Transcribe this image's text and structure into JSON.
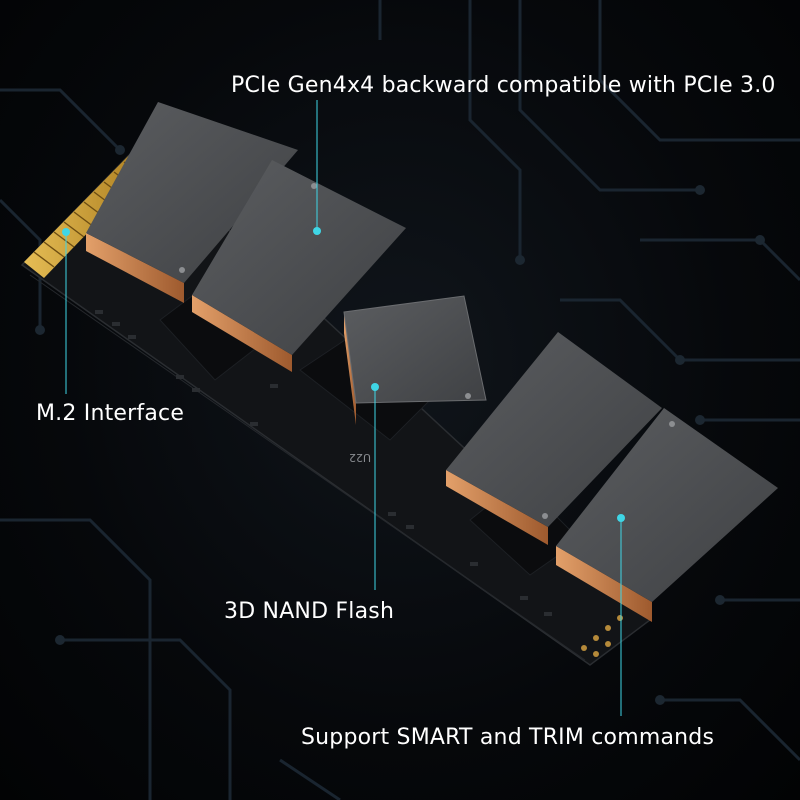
{
  "callouts": {
    "pcie": "PCIe Gen4x4 backward compatible with PCIe 3.0",
    "m2": "M.2 Interface",
    "nand": "3D NAND Flash",
    "smart": "Support SMART and TRIM commands"
  },
  "board_marking": "U22",
  "colors": {
    "background": "#05070a",
    "circuit_traces": "#1a2530",
    "pcb": "#121417",
    "chip_top": "#505255",
    "copper_edge": "#c77a43",
    "gold_contacts": "#d1a23a",
    "callout_line": "#3fd6e6"
  },
  "icons": [
    "ssd-board-image",
    "nand-chip",
    "controller-chip",
    "gold-connector"
  ]
}
